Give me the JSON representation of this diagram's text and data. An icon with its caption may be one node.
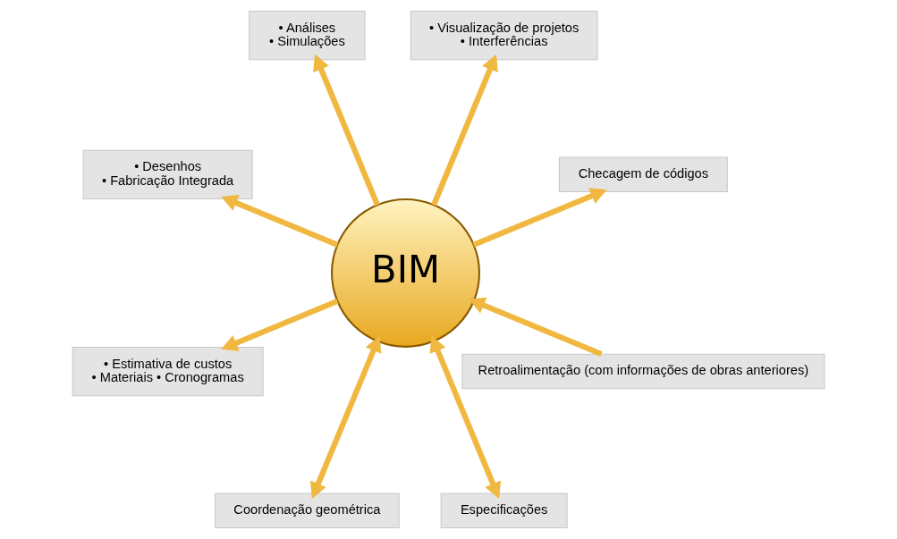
{
  "diagram": {
    "nodes": [
      {
        "text": [
          "BIM"
        ]
      },
      {
        "text": [
          "Checagem de códigos"
        ]
      },
      {
        "text": [
          "• Visualização de projetos",
          "• Interferências"
        ]
      },
      {
        "text": [
          "• Análises",
          "• Simulações"
        ]
      },
      {
        "text": [
          "• Desenhos",
          "• Fabricação Integrada"
        ]
      },
      {
        "text": [
          "• Estimativa de custos",
          "• Materiais • Cronogramas"
        ]
      },
      {
        "text": [
          "Coordenação geométrica"
        ]
      },
      {
        "text": [
          "Especificações"
        ]
      },
      {
        "text": [
          "Retroalimentação (com informações de obras anteriores)"
        ]
      }
    ],
    "edges": [
      {
        "from": 0,
        "to": 1,
        "arrow": "to"
      },
      {
        "from": 0,
        "to": 2,
        "arrow": "to"
      },
      {
        "from": 0,
        "to": 3,
        "arrow": "to"
      },
      {
        "from": 0,
        "to": 4,
        "arrow": "to"
      },
      {
        "from": 0,
        "to": 5,
        "arrow": "to"
      },
      {
        "from": 0,
        "to": 6,
        "arrow": "both"
      },
      {
        "from": 0,
        "to": 7,
        "arrow": "both"
      },
      {
        "from": 8,
        "to": 0,
        "arrow": "to"
      }
    ]
  }
}
